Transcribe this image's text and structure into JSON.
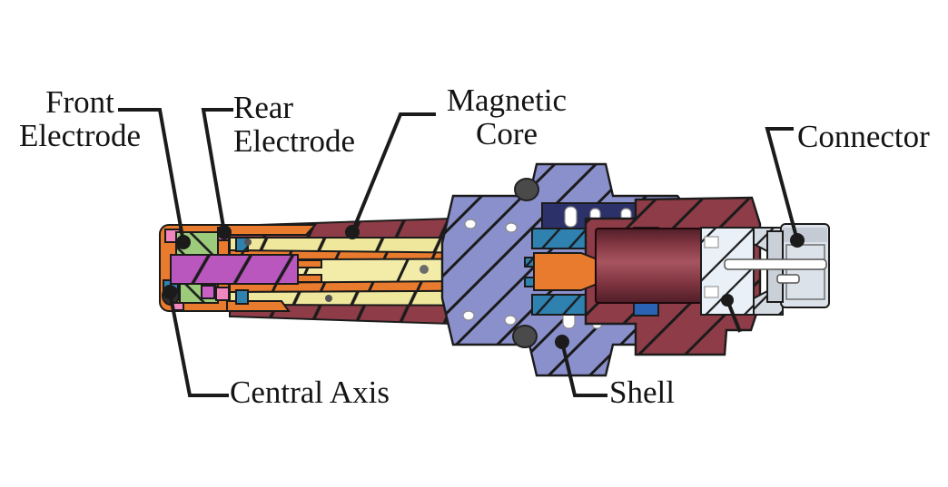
{
  "diagram": {
    "description": "Cutaway cross-section diagram of a magnetic sensor plug assembly",
    "labels": {
      "front_electrode": {
        "line1": "Front",
        "line2": "Electrode"
      },
      "rear_electrode": {
        "line1": "Rear",
        "line2": "Electrode"
      },
      "magnetic_core": {
        "line1": "Magnetic",
        "line2": "Core"
      },
      "connector": {
        "text": "Connector"
      },
      "central_axis": {
        "text": "Central Axis"
      },
      "shell": {
        "text": "Shell"
      }
    },
    "colors": {
      "background": "#ffffff",
      "shell_blue": "#8A90CC",
      "housing_maroon": "#8E3C47",
      "cylinder_dark_red": "#7C333E",
      "core_yellow": "#F2ECA8",
      "layer_yellow": "#EFE79C",
      "conductor_orange": "#E87B2E",
      "axis_magenta": "#BA57BE",
      "electrode_green": "#9CCB7C",
      "electrode_pink": "#EF86BD",
      "insulator_teal": "#2F81B0",
      "inner_navy": "#2D3169",
      "connector_gray": "#DCE2E9",
      "cavity_ice": "#E9F0F7",
      "o_ring_gray": "#4A4A4A",
      "line_black": "#1B1B1B"
    }
  }
}
